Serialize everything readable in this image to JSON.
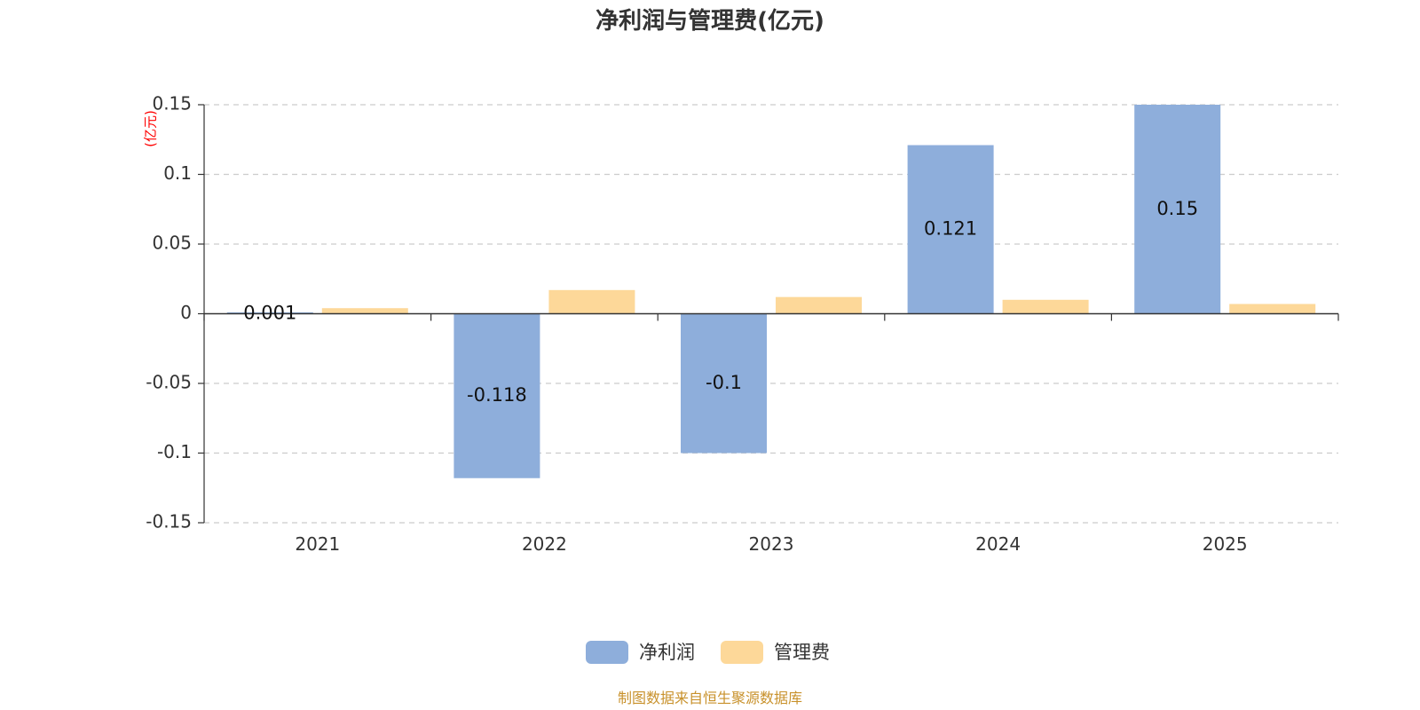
{
  "chart_data": {
    "type": "bar",
    "title": "净利润与管理费(亿元)",
    "unit_label": "(亿元)",
    "categories": [
      "2021",
      "2022",
      "2023",
      "2024",
      "2025"
    ],
    "series": [
      {
        "name": "净利润",
        "color": "#8eaedb",
        "values": [
          0.001,
          -0.118,
          -0.1,
          0.121,
          0.15
        ],
        "labels": [
          "0.001",
          "-0.118",
          "-0.1",
          "0.121",
          "0.15"
        ]
      },
      {
        "name": "管理费",
        "color": "#fdd899",
        "values": [
          0.004,
          0.017,
          0.012,
          0.01,
          0.007
        ]
      }
    ],
    "ylim": [
      -0.15,
      0.15
    ],
    "yticks": [
      -0.15,
      -0.1,
      -0.05,
      0,
      0.05,
      0.1,
      0.15
    ],
    "ytick_labels": [
      "-0.15",
      "-0.1",
      "-0.05",
      "0",
      "0.05",
      "0.1",
      "0.15"
    ],
    "grid": true,
    "legend_position": "bottom"
  },
  "source": "制图数据来自恒生聚源数据库"
}
